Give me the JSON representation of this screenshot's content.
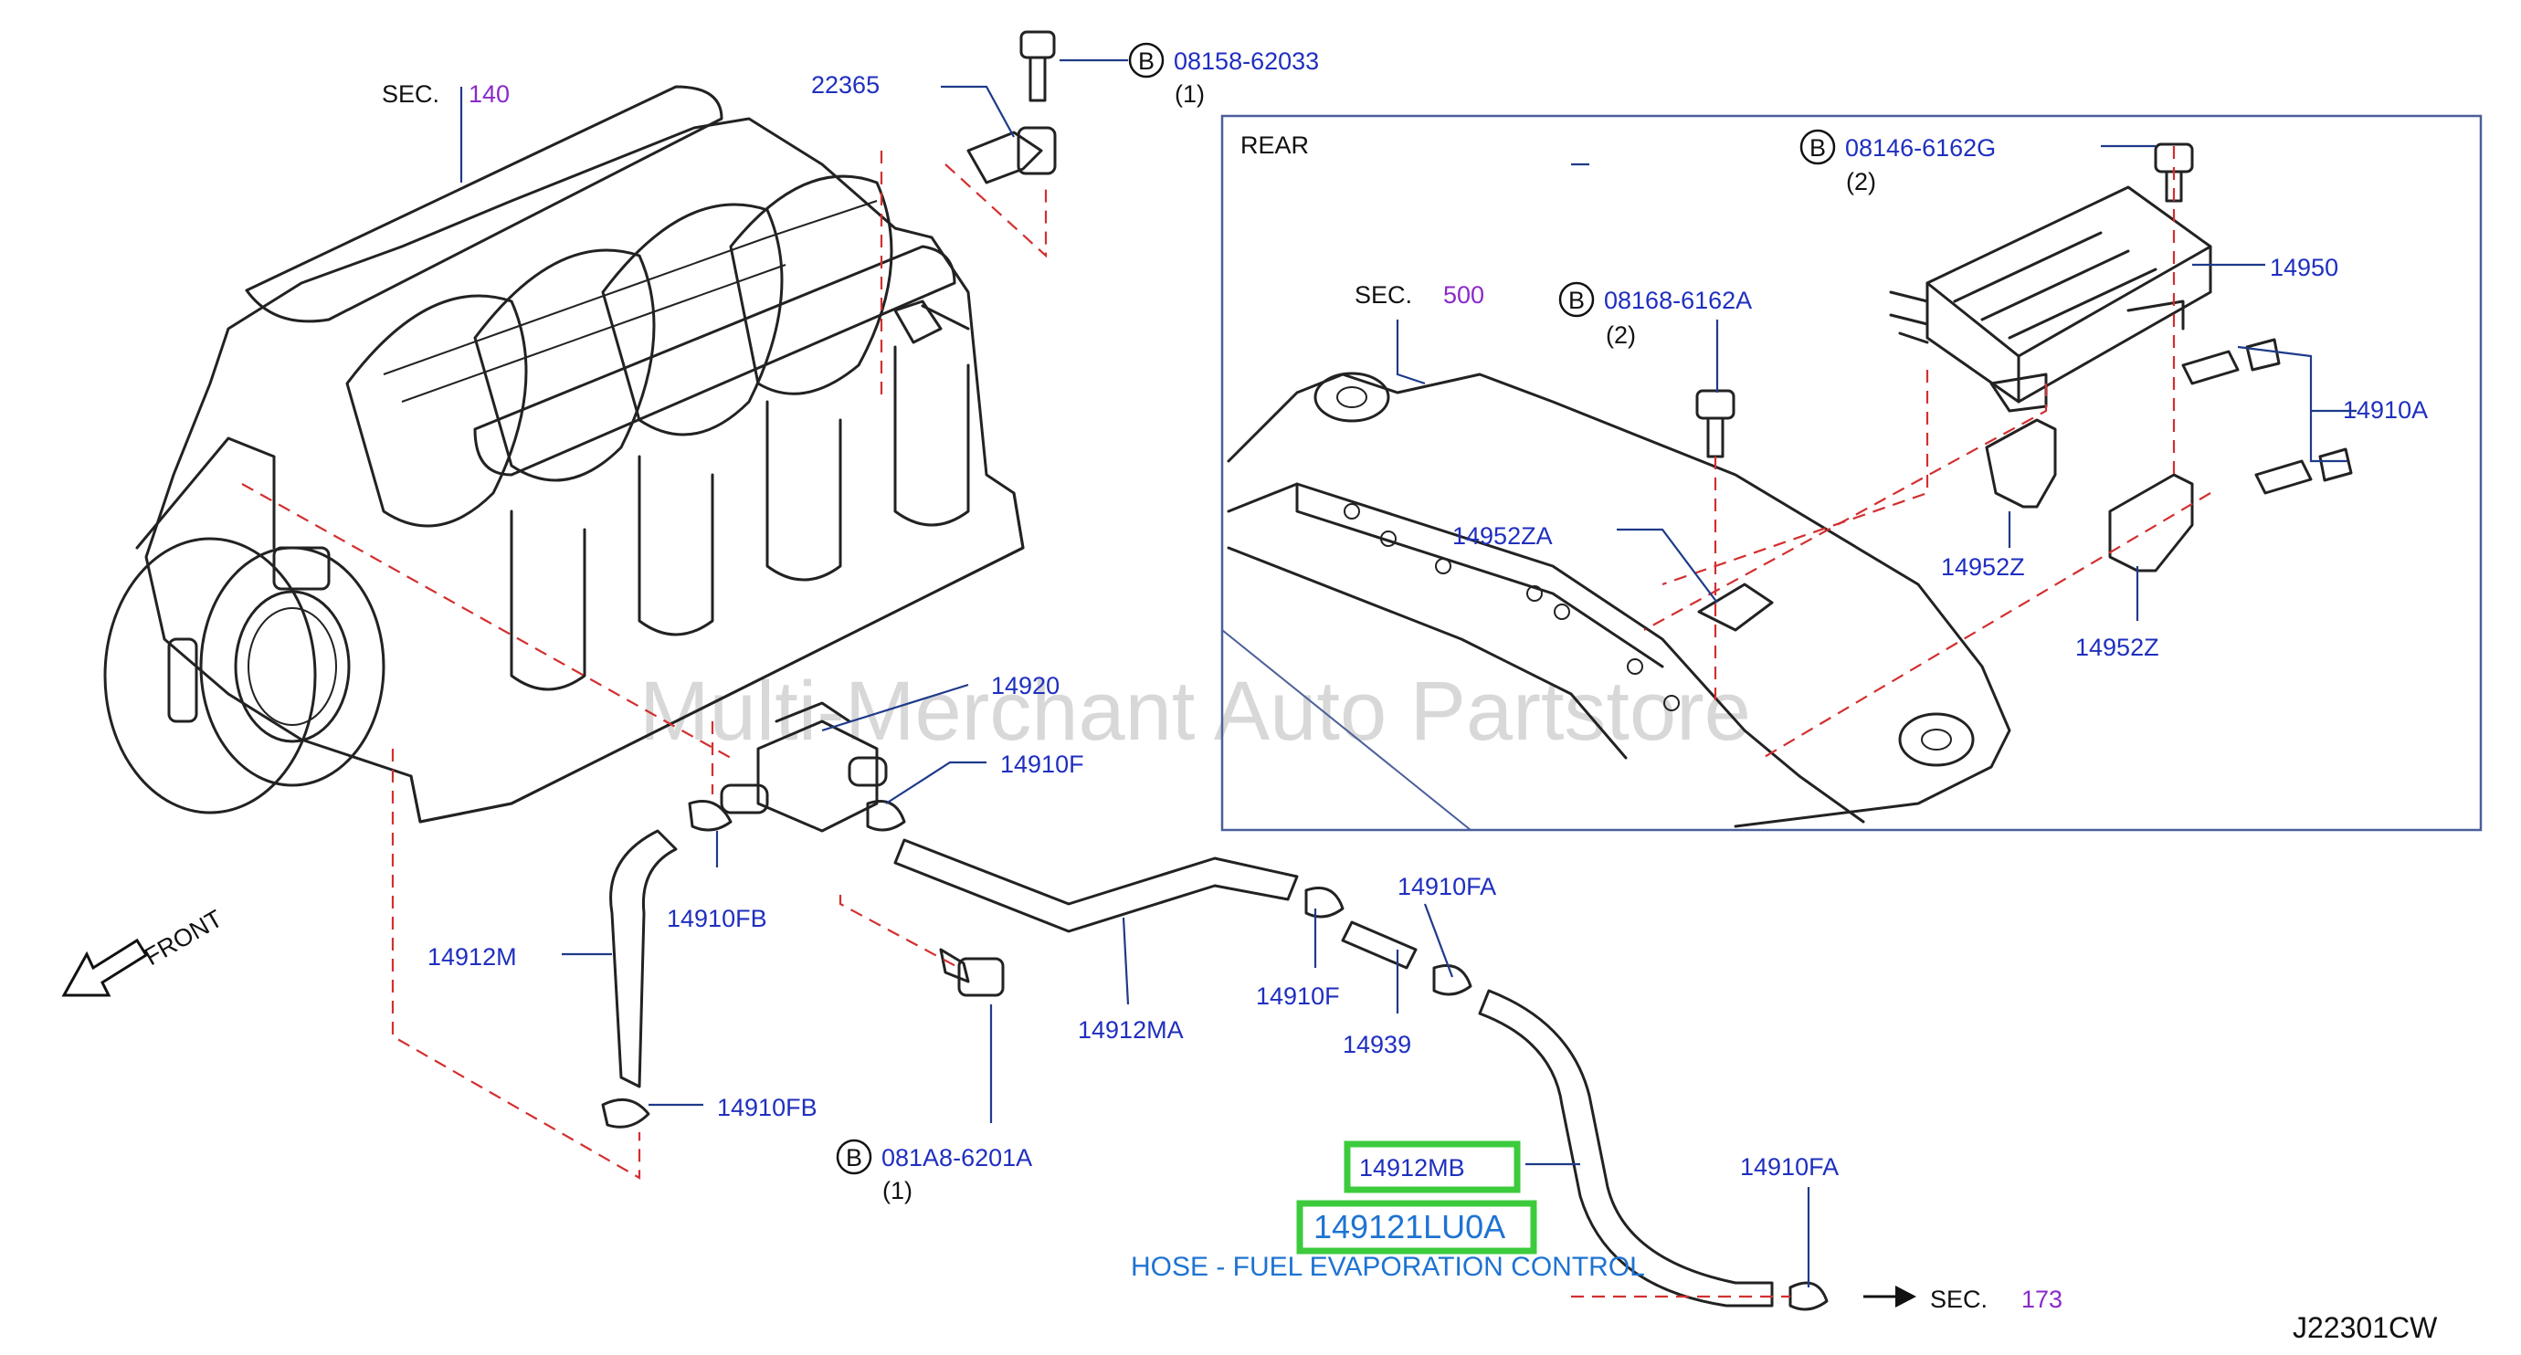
{
  "diagram_id": "J22301CW",
  "watermark": "Multi-Merchant Auto Partstore",
  "front_label": "FRONT",
  "rear_label": "REAR",
  "sections": [
    {
      "prefix": "SEC.",
      "number": "140"
    },
    {
      "prefix": "SEC.",
      "number": "500"
    },
    {
      "prefix": "SEC.",
      "number": "173"
    }
  ],
  "bolts": [
    {
      "badge": "B",
      "code": "08158-62033",
      "qty": "(1)"
    },
    {
      "badge": "B",
      "code": "08146-6162G",
      "qty": "(2)"
    },
    {
      "badge": "B",
      "code": "08168-6162A",
      "qty": "(2)"
    },
    {
      "badge": "B",
      "code": "081A8-6201A",
      "qty": "(1)"
    }
  ],
  "part_labels": {
    "p22365": "22365",
    "p14920": "14920",
    "p14910F_a": "14910F",
    "p14910FB_a": "14910FB",
    "p14912M": "14912M",
    "p14910FB_b": "14910FB",
    "p14912MA": "14912MA",
    "p14910F_b": "14910F",
    "p14910FA_a": "14910FA",
    "p14939": "14939",
    "p14910FA_b": "14910FA",
    "p14950": "14950",
    "p14910A": "14910A",
    "p14952ZA": "14952ZA",
    "p14952Z_a": "14952Z",
    "p14952Z_b": "14952Z"
  },
  "highlight": {
    "part_number": "14912MB",
    "oem_number": "149121LU0A",
    "description": "HOSE - FUEL EVAPORATION CONTROL"
  },
  "colors": {
    "label_blue": "#1f2fbf",
    "section_purple": "#8a2ac9",
    "highlight_green": "#3ccb3c",
    "oem_blue": "#1e73d2",
    "dashed_red": "#d32f2f",
    "inset_frame": "#4a5f9a"
  }
}
